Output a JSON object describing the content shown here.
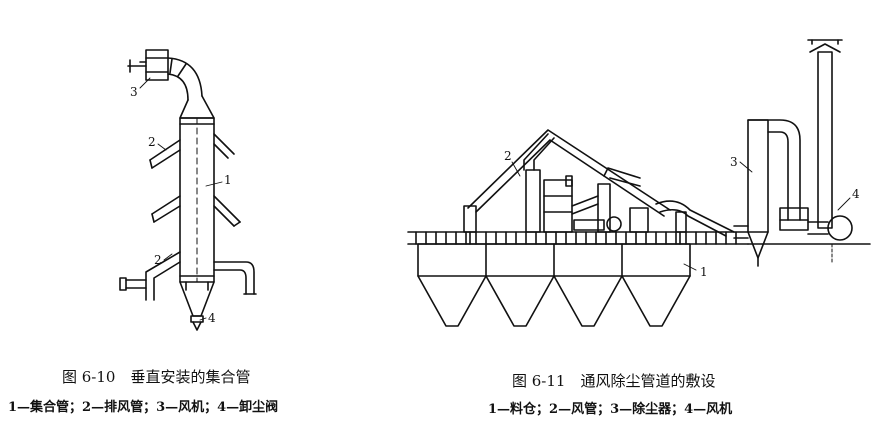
{
  "figure_10": {
    "title": "图 6-10　垂直安装的集合管",
    "legend": "1—集合管；2—排风管；3—风机；4—卸尘阀",
    "labels": {
      "l1": "1",
      "l2a": "2",
      "l2b": "2",
      "l3": "3",
      "l4": "4"
    }
  },
  "figure_11": {
    "title": "图 6-11　通风除尘管道的敷设",
    "legend": "1—料仓；2—风管；3—除尘器；4—风机",
    "labels": {
      "l1": "1",
      "l2": "2",
      "l3": "3",
      "l4": "4"
    }
  },
  "colors": {
    "ink": "#111111",
    "paper": "#ffffff"
  }
}
